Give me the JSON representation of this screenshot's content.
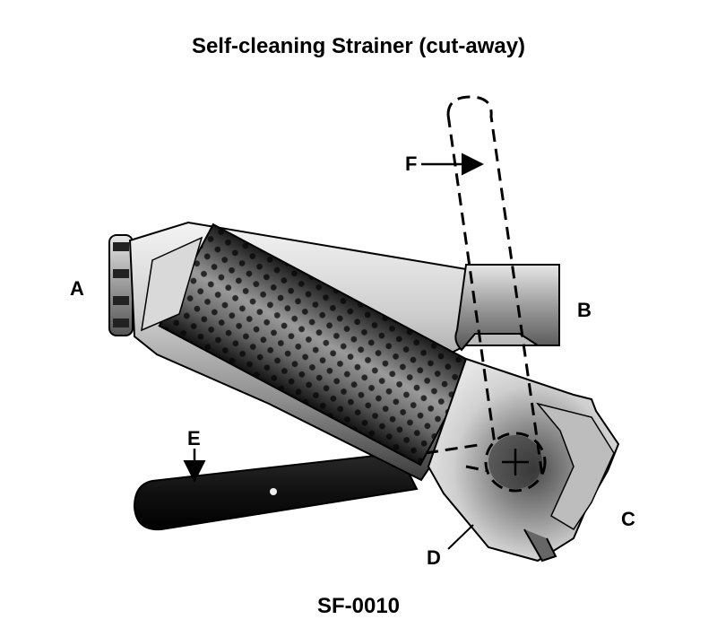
{
  "title": "Self-cleaning Strainer (cut-away)",
  "caption": "SF-0010",
  "labels": {
    "a": "A",
    "b": "B",
    "c": "C",
    "d": "D",
    "e": "E",
    "f": "F"
  }
}
